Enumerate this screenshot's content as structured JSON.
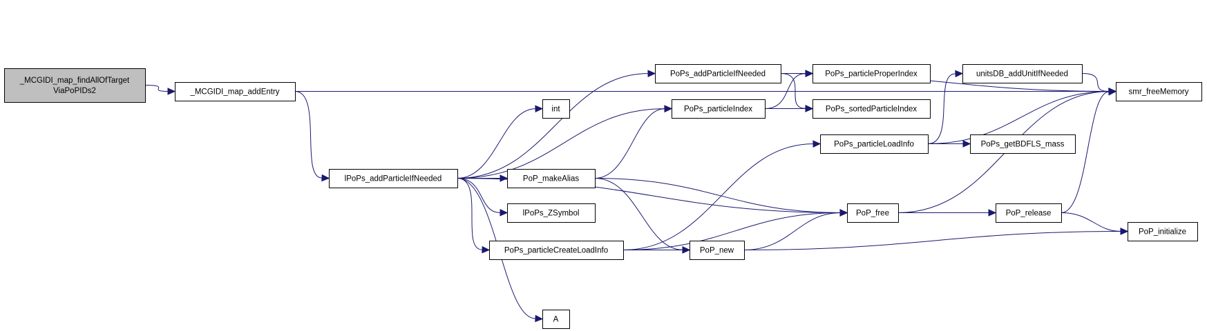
{
  "graph": {
    "nodes": [
      {
        "id": "root",
        "label": "_MCGIDI_map_findAllOfTarget\nViaPoPIDs2",
        "root": true
      },
      {
        "id": "addEntry",
        "label": "_MCGIDI_map_addEntry"
      },
      {
        "id": "lPoPs_add",
        "label": "lPoPs_addParticleIfNeeded"
      },
      {
        "id": "PoPs_add",
        "label": "PoPs_addParticleIfNeeded"
      },
      {
        "id": "int",
        "label": "int"
      },
      {
        "id": "PoPs_index",
        "label": "PoPs_particleIndex"
      },
      {
        "id": "makeAlias",
        "label": "PoP_makeAlias"
      },
      {
        "id": "ZSymbol",
        "label": "lPoPs_ZSymbol"
      },
      {
        "id": "createLoad",
        "label": "PoPs_particleCreateLoadInfo"
      },
      {
        "id": "A",
        "label": "A"
      },
      {
        "id": "properIndex",
        "label": "PoPs_particleProperIndex"
      },
      {
        "id": "sortedIndex",
        "label": "PoPs_sortedParticleIndex"
      },
      {
        "id": "loadInfo",
        "label": "PoPs_particleLoadInfo"
      },
      {
        "id": "unitsDB",
        "label": "unitsDB_addUnitIfNeeded"
      },
      {
        "id": "BDFLS",
        "label": "PoPs_getBDFLS_mass"
      },
      {
        "id": "free",
        "label": "PoP_free"
      },
      {
        "id": "new",
        "label": "PoP_new"
      },
      {
        "id": "release",
        "label": "PoP_release"
      },
      {
        "id": "smr",
        "label": "smr_freeMemory"
      },
      {
        "id": "initialize",
        "label": "PoP_initialize"
      }
    ],
    "edges": [
      {
        "from": "root",
        "to": "addEntry"
      },
      {
        "from": "addEntry",
        "to": "smr"
      },
      {
        "from": "addEntry",
        "to": "lPoPs_add"
      },
      {
        "from": "lPoPs_add",
        "to": "PoPs_add"
      },
      {
        "from": "lPoPs_add",
        "to": "int"
      },
      {
        "from": "lPoPs_add",
        "to": "PoPs_index"
      },
      {
        "from": "lPoPs_add",
        "to": "makeAlias"
      },
      {
        "from": "lPoPs_add",
        "to": "ZSymbol"
      },
      {
        "from": "lPoPs_add",
        "to": "createLoad"
      },
      {
        "from": "lPoPs_add",
        "to": "free"
      },
      {
        "from": "lPoPs_add",
        "to": "A"
      },
      {
        "from": "PoPs_add",
        "to": "properIndex"
      },
      {
        "from": "PoPs_add",
        "to": "sortedIndex"
      },
      {
        "from": "PoPs_add",
        "to": "smr"
      },
      {
        "from": "PoPs_index",
        "to": "properIndex"
      },
      {
        "from": "PoPs_index",
        "to": "sortedIndex"
      },
      {
        "from": "makeAlias",
        "to": "PoPs_index"
      },
      {
        "from": "makeAlias",
        "to": "free"
      },
      {
        "from": "makeAlias",
        "to": "new"
      },
      {
        "from": "createLoad",
        "to": "loadInfo"
      },
      {
        "from": "createLoad",
        "to": "free"
      },
      {
        "from": "createLoad",
        "to": "new"
      },
      {
        "from": "loadInfo",
        "to": "unitsDB"
      },
      {
        "from": "loadInfo",
        "to": "BDFLS"
      },
      {
        "from": "loadInfo",
        "to": "smr"
      },
      {
        "from": "unitsDB",
        "to": "smr"
      },
      {
        "from": "free",
        "to": "release"
      },
      {
        "from": "free",
        "to": "smr"
      },
      {
        "from": "new",
        "to": "free"
      },
      {
        "from": "new",
        "to": "initialize"
      },
      {
        "from": "release",
        "to": "smr"
      },
      {
        "from": "release",
        "to": "initialize"
      }
    ]
  }
}
